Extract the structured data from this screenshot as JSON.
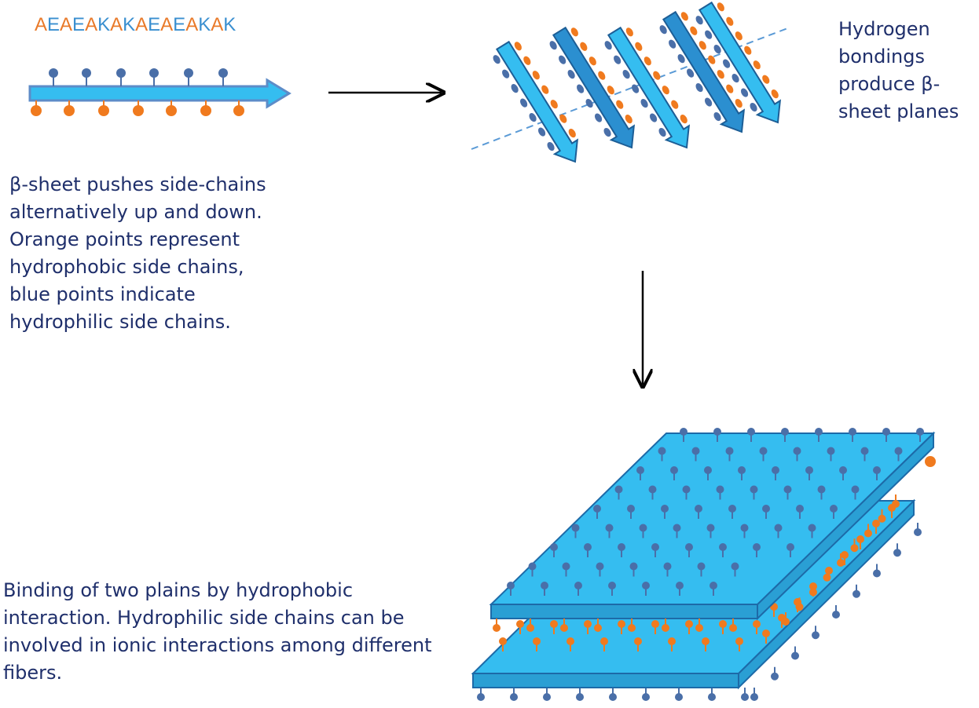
{
  "sequence": {
    "letters": [
      "A",
      "E",
      "A",
      "E",
      "A",
      "K",
      "A",
      "K",
      "A",
      "E",
      "A",
      "E",
      "A",
      "K",
      "A",
      "K"
    ],
    "colors": {
      "A": "#e97a2a",
      "E": "#3a8fd0",
      "K": "#3a8fd0"
    }
  },
  "captions": {
    "strand": "β-sheet pushes side-chains alternatively up and down. Orange points represent hydrophobic side chains, blue points indicate hydrophilic side chains.",
    "hbond": "Hydrogen bondings produce β-sheet planes",
    "planes": "Binding of two plains by hydrophobic interaction. Hydrophilic side chains can be involved in ionic interactions among different fibers."
  },
  "colors": {
    "strand_fill": "#35bdf0",
    "strand_border": "#5d8cc8",
    "plane_top": "#35bdf0",
    "plane_side": "#2a9fd4",
    "plane_edge": "#1d6aa8",
    "hydrophobic": "#f07a1e",
    "hydrophilic": "#4a6fa8",
    "text": "#1f2f6b",
    "arrow": "#000000"
  }
}
